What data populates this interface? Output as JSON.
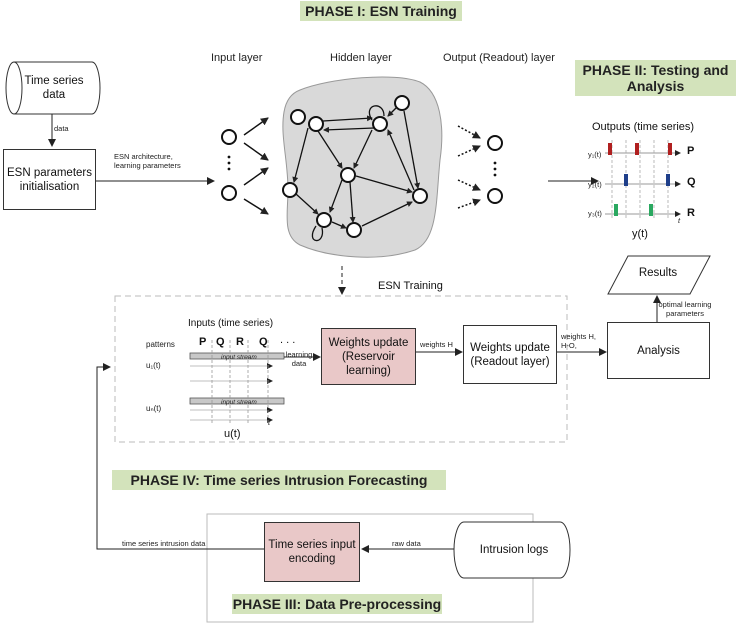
{
  "phases": {
    "p1": "PHASE I: ESN Training",
    "p2": "PHASE II: Testing and Analysis",
    "p3": "PHASE III: Data Pre-processing",
    "p4": "PHASE IV: Time series Intrusion Forecasting"
  },
  "nodes": {
    "time_series_data": "Time series data",
    "esn_params": "ESN parameters initialisation",
    "weights_reservoir": "Weights update (Reservoir learning)",
    "weights_readout": "Weights update (Readout layer)",
    "analysis": "Analysis",
    "results": "Results",
    "encoding": "Time series input encoding",
    "intrusion_logs": "Intrusion logs"
  },
  "layers": {
    "input": "Input layer",
    "hidden": "Hidden layer",
    "output": "Output (Readout) layer"
  },
  "edge_labels": {
    "data": "data",
    "esn_arch": "ESN architecture, learning parameters",
    "esn_training": "ESN Training",
    "weights_h": "weights H",
    "weights_h_ho": "weights H, H-O,",
    "optimal": "optimal learning parameters",
    "raw_data": "raw data",
    "ts_intrusion": "time series intrusion data",
    "learning_data": "learning data"
  },
  "outputs": {
    "title": "Outputs (time series)",
    "y1": "y₁(t)",
    "y2": "y₂(t)",
    "y3": "y₃(t)",
    "sig1": "P",
    "sig2": "Q",
    "sig3": "R",
    "t": "t",
    "yt": "y(t)",
    "colors": [
      "#b02020",
      "#1f3f8a",
      "#2aa860"
    ]
  },
  "inputs": {
    "title": "Inputs (time series)",
    "patterns": "patterns",
    "pattern_letters": [
      "P",
      "Q",
      "R",
      "Q"
    ],
    "ellipsis": ". . .",
    "u1": "u₁(t)",
    "un": "uₙ(t)",
    "stream": "input stream",
    "t": "t",
    "ut": "u(t)"
  }
}
